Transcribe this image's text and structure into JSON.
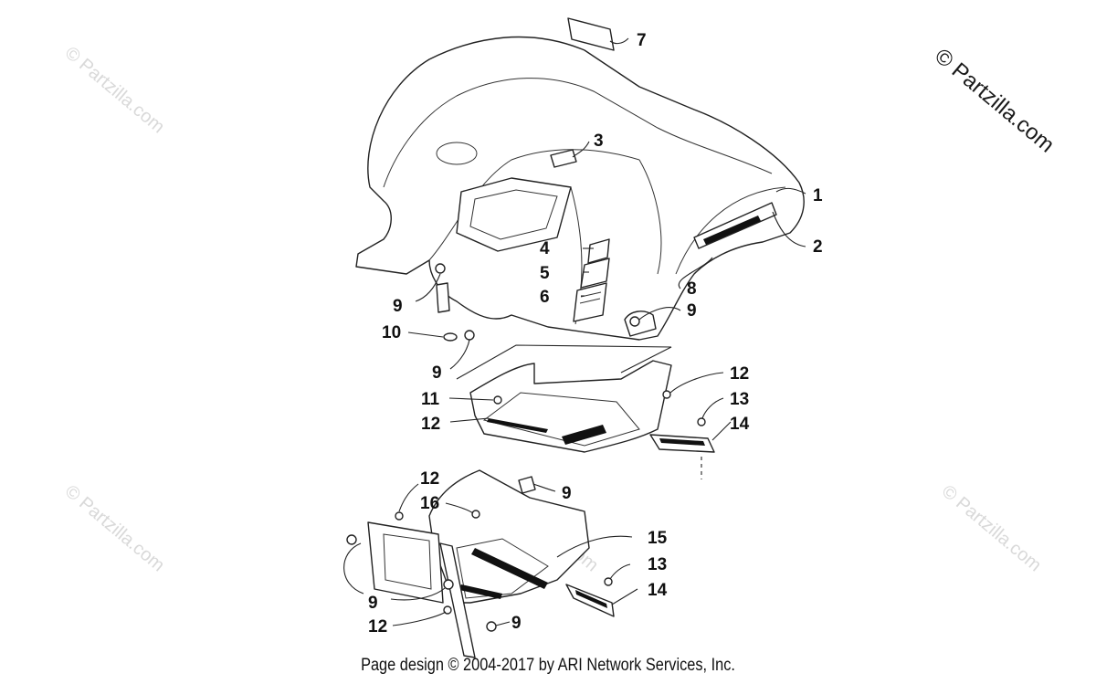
{
  "watermarks": {
    "corner": "© Partzilla.com",
    "tile": "© Partzilla.com"
  },
  "callouts": [
    {
      "id": "c1",
      "label": "1"
    },
    {
      "id": "c2",
      "label": "2"
    },
    {
      "id": "c3",
      "label": "3"
    },
    {
      "id": "c4",
      "label": "4"
    },
    {
      "id": "c5",
      "label": "5"
    },
    {
      "id": "c6",
      "label": "6"
    },
    {
      "id": "c7",
      "label": "7"
    },
    {
      "id": "c8",
      "label": "8"
    },
    {
      "id": "c9a",
      "label": "9"
    },
    {
      "id": "c9b",
      "label": "9"
    },
    {
      "id": "c9c",
      "label": "9"
    },
    {
      "id": "c9d",
      "label": "9"
    },
    {
      "id": "c9e",
      "label": "9"
    },
    {
      "id": "c9f",
      "label": "9"
    },
    {
      "id": "c10",
      "label": "10"
    },
    {
      "id": "c11",
      "label": "11"
    },
    {
      "id": "c12a",
      "label": "12"
    },
    {
      "id": "c12b",
      "label": "12"
    },
    {
      "id": "c12c",
      "label": "12"
    },
    {
      "id": "c12d",
      "label": "12"
    },
    {
      "id": "c13a",
      "label": "13"
    },
    {
      "id": "c13b",
      "label": "13"
    },
    {
      "id": "c14a",
      "label": "14"
    },
    {
      "id": "c14b",
      "label": "14"
    },
    {
      "id": "c15",
      "label": "15"
    },
    {
      "id": "c16",
      "label": "16"
    }
  ],
  "footer": "Page design © 2004-2017 by ARI Network Services, Inc."
}
